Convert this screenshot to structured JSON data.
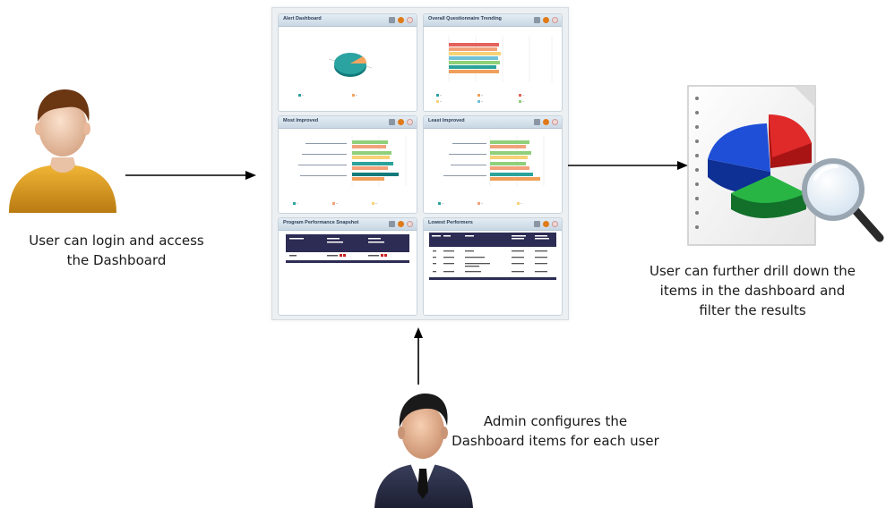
{
  "captions": {
    "user_login": [
      "User can login and access",
      "the Dashboard"
    ],
    "drill_down": [
      "User can further drill down the",
      "items in the dashboard and",
      "filter the results"
    ],
    "admin": [
      "Admin configures the",
      "Dashboard items for each user"
    ]
  },
  "dashboard": {
    "panels": [
      {
        "title": "Alert Dashboard"
      },
      {
        "title": "Overall Questionnaire Trending"
      },
      {
        "title": "Most Improved"
      },
      {
        "title": "Least Improved"
      },
      {
        "title": "Program Performance Snapshot"
      },
      {
        "title": "Lowest Performers"
      }
    ]
  },
  "icons": {
    "user": "user-person-icon",
    "report": "report-pie-chart-icon",
    "admin": "admin-businessman-icon"
  },
  "colors": {
    "arrow": "#000000",
    "user_shirt": "#e0a22a",
    "admin_suit": "#2e3147",
    "pie_blue": "#1f4fd6",
    "pie_red": "#d41f1f",
    "pie_green": "#21a238"
  }
}
